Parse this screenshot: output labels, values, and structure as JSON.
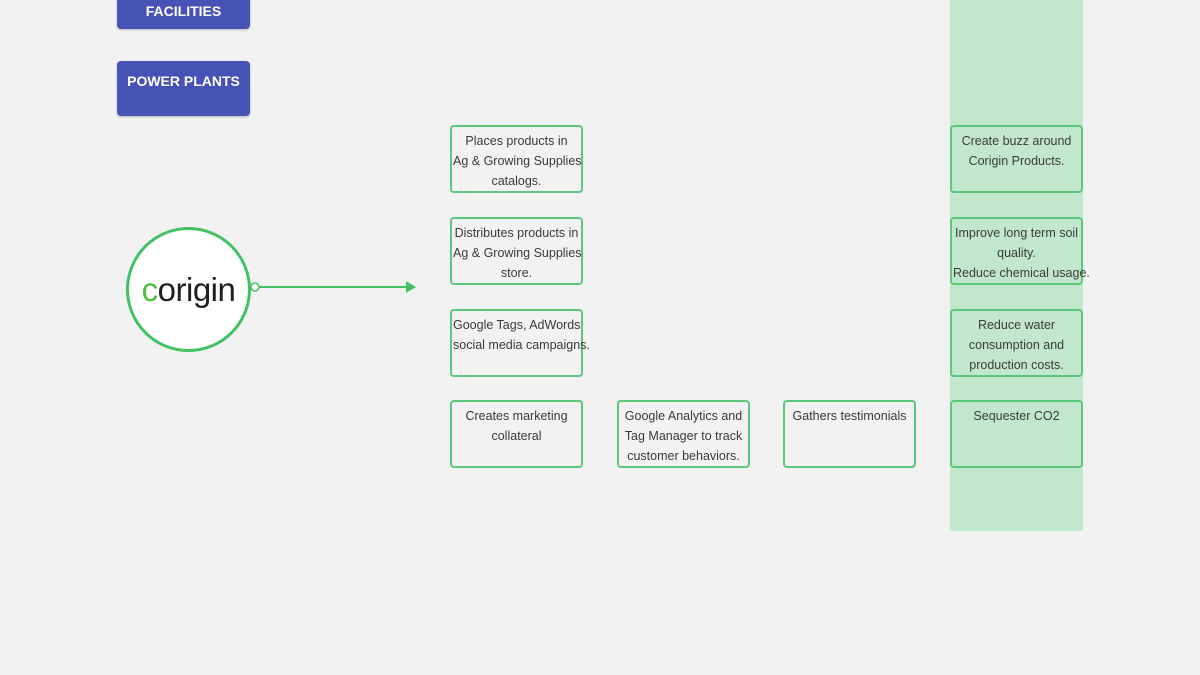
{
  "labels": {
    "facilities": "FACILITIES",
    "power_plants": "POWER PLANTS"
  },
  "logo": {
    "c": "c",
    "rest": "origin"
  },
  "nodes": {
    "places_products": [
      "Places products in",
      "Ag & Growing Supplies",
      "catalogs."
    ],
    "distributes_products": [
      "Distributes products in",
      "Ag & Growing Supplies",
      "store."
    ],
    "google_tags": [
      "Google Tags,  AdWords",
      "social media campaigns."
    ],
    "marketing_collateral": [
      "Creates marketing",
      "collateral"
    ],
    "google_analytics": [
      "Google Analytics and",
      "Tag Manager to track",
      "customer behaviors."
    ],
    "testimonials": [
      "Gathers testimonials"
    ],
    "create_buzz": [
      "Create buzz around",
      "Corigin Products."
    ],
    "soil_quality": [
      "Improve long term soil",
      "quality.",
      "Reduce chemical usage."
    ],
    "water": [
      "Reduce water",
      "consumption and",
      "production costs."
    ],
    "co2": [
      "Sequester CO2"
    ]
  },
  "colors": {
    "accent_green": "#43c165",
    "band_green": "#c1e8cc",
    "box_blue": "#4653b5",
    "background": "#f2f2f2"
  }
}
